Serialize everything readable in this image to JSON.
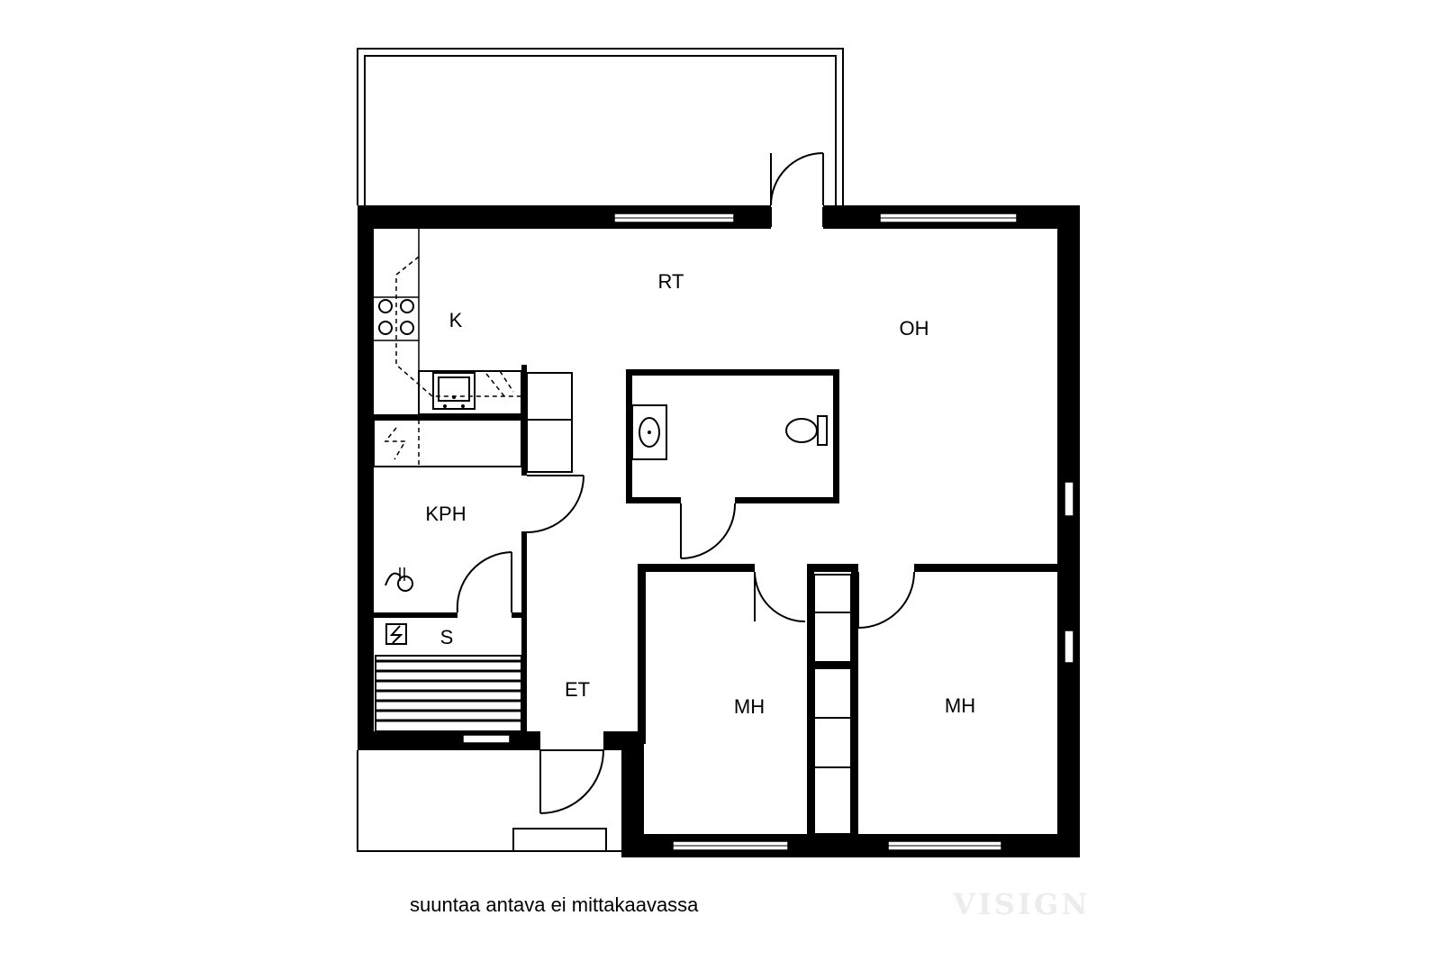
{
  "rooms": {
    "rt": "RT",
    "oh": "OH",
    "k": "K",
    "kph": "KPH",
    "s": "S",
    "et": "ET",
    "mh1": "MH",
    "mh2": "MH"
  },
  "caption": "suuntaa antava ei mittakaavassa",
  "watermark": "VISIGN"
}
